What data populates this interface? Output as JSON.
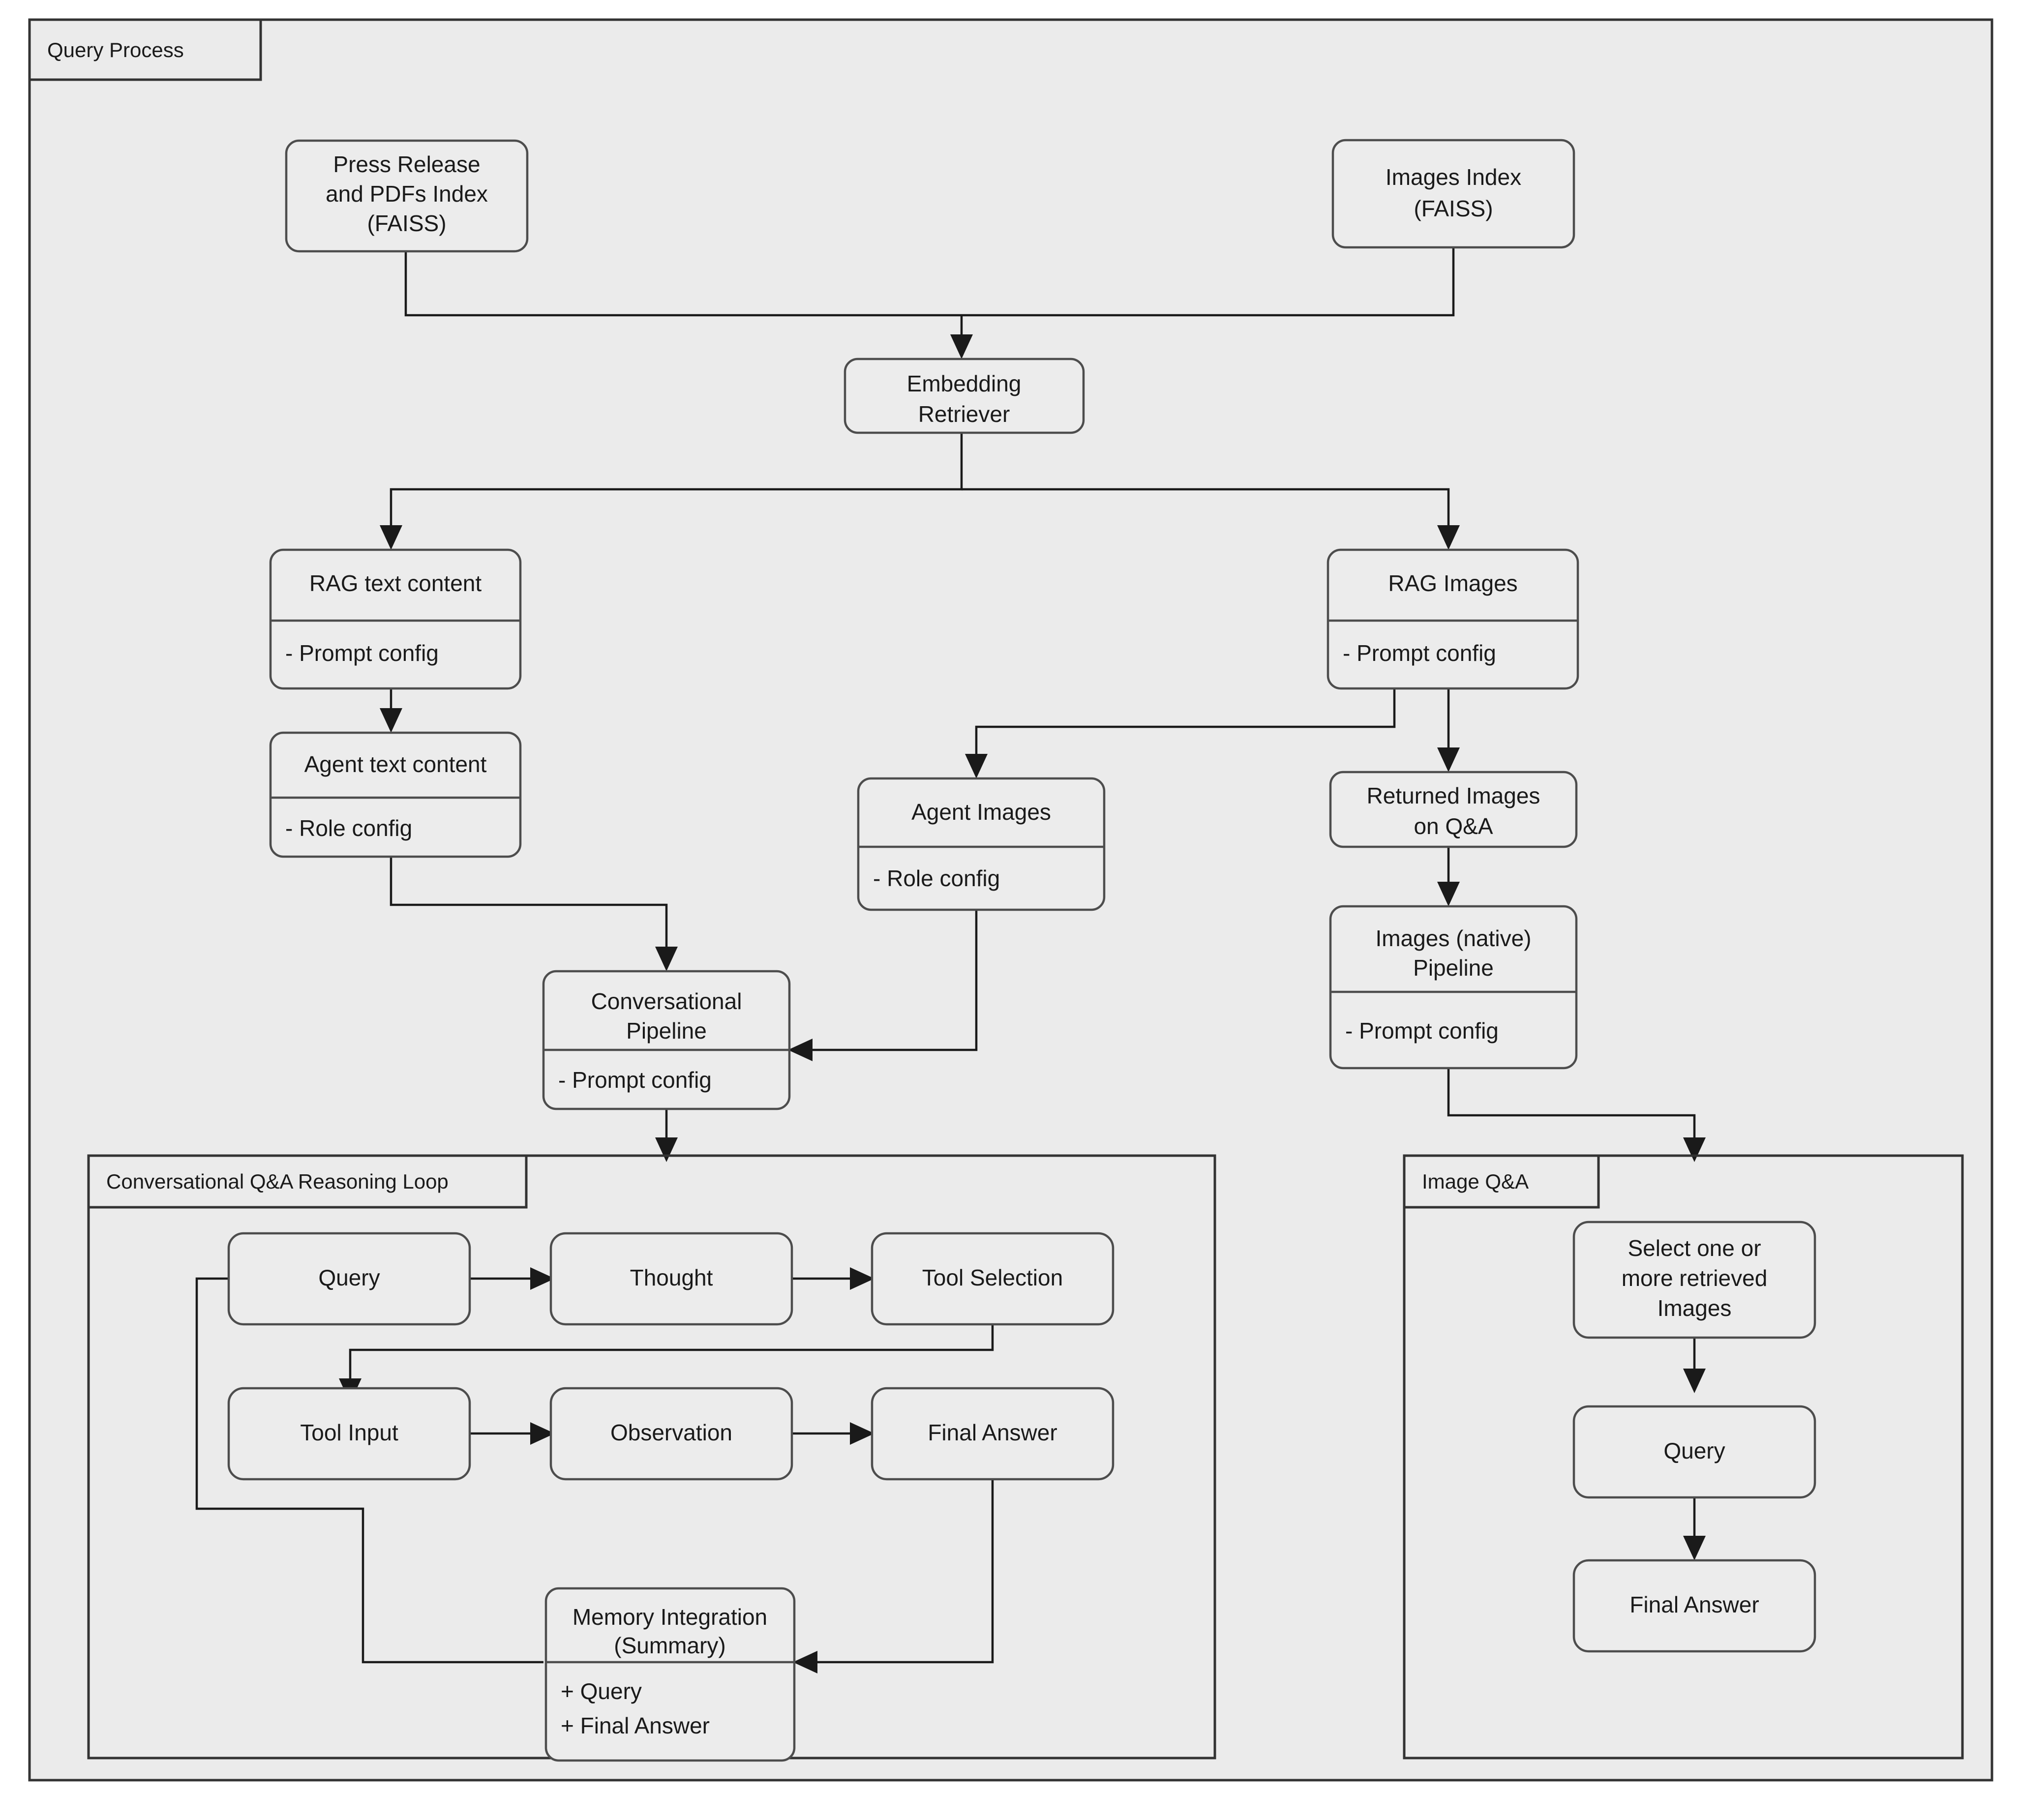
{
  "diagram": {
    "type": "flowchart",
    "title": "Query Process",
    "background_color": "#ebebeb",
    "node_fill_color": "#ececec",
    "node_stroke_color": "#4d4d4d",
    "edge_color": "#1a1a1a"
  },
  "groups": {
    "query_process": {
      "label": "Query Process"
    },
    "reasoning_loop": {
      "label": "Conversational Q&A Reasoning Loop"
    },
    "image_qa": {
      "label": "Image Q&A"
    }
  },
  "nodes": {
    "press_release_index": {
      "line1": "Press Release",
      "line2": "and PDFs Index",
      "line3": "(FAISS)"
    },
    "images_index": {
      "line1": "Images Index",
      "line2": "(FAISS)"
    },
    "embedding_retriever": {
      "line1": "Embedding",
      "line2": "Retriever"
    },
    "rag_text_content": {
      "title": "RAG text content",
      "attr1": "- Prompt config"
    },
    "rag_images": {
      "title": "RAG Images",
      "attr1": "- Prompt config"
    },
    "agent_text_content": {
      "title": "Agent text content",
      "attr1": "- Role config"
    },
    "agent_images": {
      "title": "Agent Images",
      "attr1": "- Role config"
    },
    "returned_images": {
      "line1": "Returned Images",
      "line2": "on Q&A"
    },
    "conversational_pipeline": {
      "line1": "Conversational",
      "line2": "Pipeline",
      "attr1": "- Prompt config"
    },
    "images_native_pipeline": {
      "line1": "Images (native)",
      "line2": "Pipeline",
      "attr1": "- Prompt config"
    },
    "loop_query": {
      "label": "Query"
    },
    "loop_thought": {
      "label": "Thought"
    },
    "loop_tool_selection": {
      "label": "Tool Selection"
    },
    "loop_tool_input": {
      "label": "Tool Input"
    },
    "loop_observation": {
      "label": "Observation"
    },
    "loop_final_answer": {
      "label": "Final Answer"
    },
    "memory_integration": {
      "line1": "Memory Integration",
      "line2": "(Summary)",
      "attr1": "+ Query",
      "attr2": "+ Final Answer"
    },
    "select_images": {
      "line1": "Select one or",
      "line2": "more retrieved",
      "line3": "Images"
    },
    "image_query": {
      "label": "Query"
    },
    "image_final_answer": {
      "label": "Final Answer"
    }
  },
  "edges": [
    {
      "from": "press_release_index",
      "to": "embedding_retriever"
    },
    {
      "from": "images_index",
      "to": "embedding_retriever"
    },
    {
      "from": "embedding_retriever",
      "to": "rag_text_content"
    },
    {
      "from": "embedding_retriever",
      "to": "rag_images"
    },
    {
      "from": "rag_text_content",
      "to": "agent_text_content"
    },
    {
      "from": "rag_images",
      "to": "agent_images"
    },
    {
      "from": "rag_images",
      "to": "returned_images"
    },
    {
      "from": "agent_text_content",
      "to": "conversational_pipeline"
    },
    {
      "from": "agent_images",
      "to": "conversational_pipeline"
    },
    {
      "from": "returned_images",
      "to": "images_native_pipeline"
    },
    {
      "from": "conversational_pipeline",
      "to": "loop_query"
    },
    {
      "from": "images_native_pipeline",
      "to": "select_images"
    },
    {
      "from": "loop_query",
      "to": "loop_thought"
    },
    {
      "from": "loop_thought",
      "to": "loop_tool_selection"
    },
    {
      "from": "loop_tool_selection",
      "to": "loop_tool_input"
    },
    {
      "from": "loop_tool_input",
      "to": "loop_observation"
    },
    {
      "from": "loop_observation",
      "to": "loop_final_answer"
    },
    {
      "from": "loop_final_answer",
      "to": "memory_integration"
    },
    {
      "from": "memory_integration",
      "to": "loop_query"
    },
    {
      "from": "select_images",
      "to": "image_query"
    },
    {
      "from": "image_query",
      "to": "image_final_answer"
    }
  ]
}
